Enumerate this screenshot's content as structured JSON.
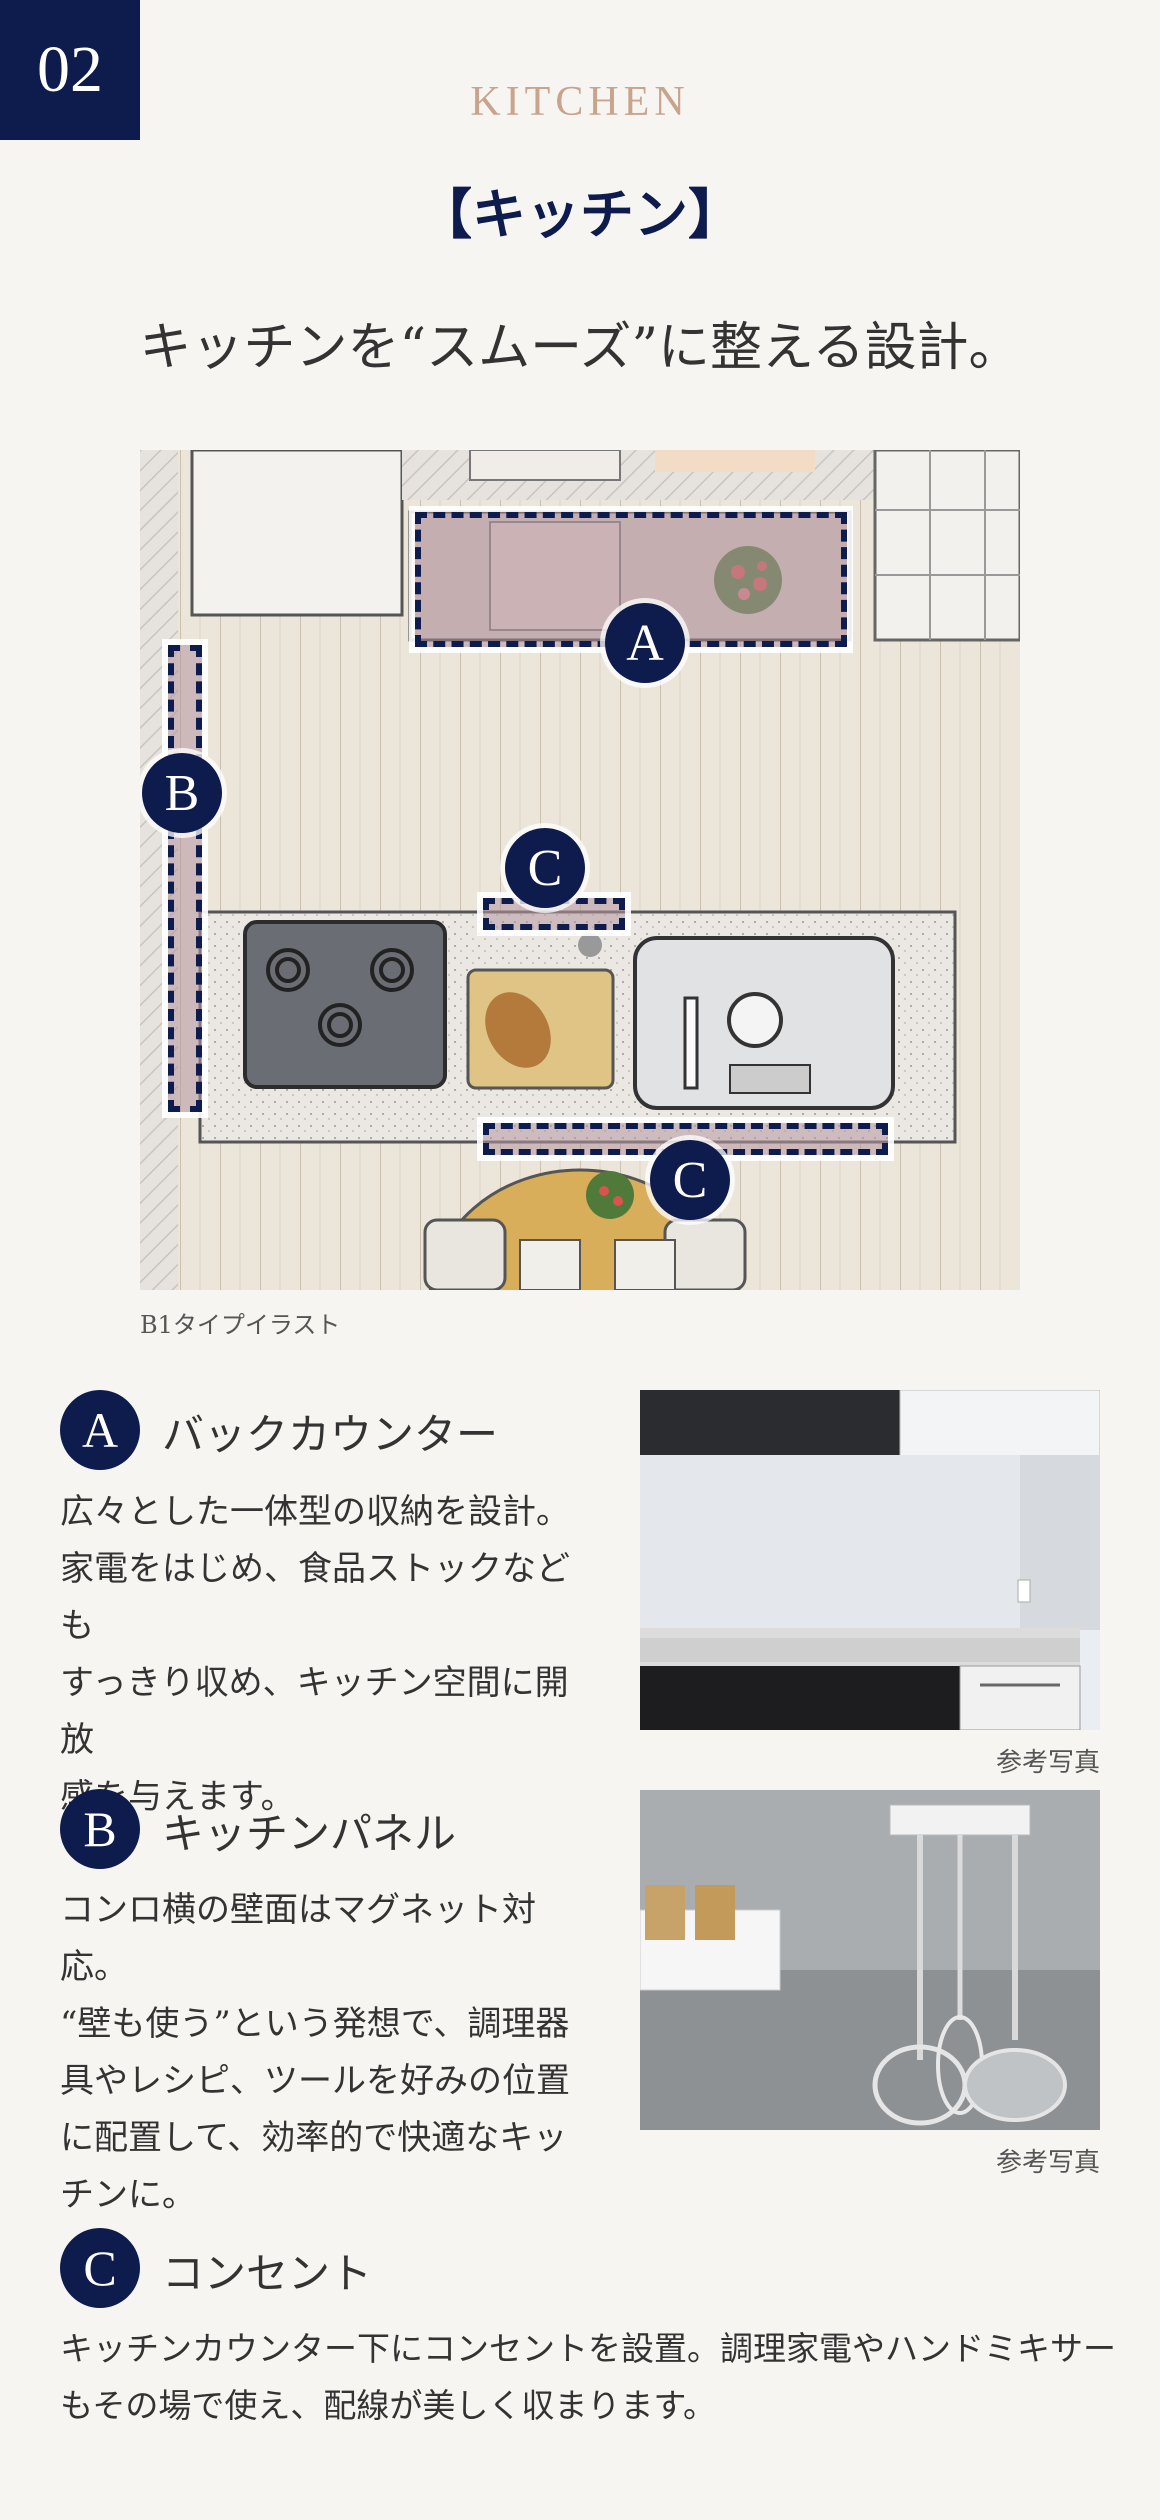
{
  "header": {
    "number": "02",
    "kicker": "KITCHEN",
    "title": "【キッチン】",
    "headline": "キッチンを“スムーズ”に整える設計。"
  },
  "plan": {
    "caption": "B1タイプイラスト",
    "markers": {
      "a": "A",
      "b": "B",
      "c": "C"
    }
  },
  "features": [
    {
      "marker": "A",
      "title": "バックカウンター",
      "lines": [
        "広々とした一体型の収納を設計。",
        "家電をはじめ、食品ストックなども",
        "すっきり収め、キッチン空間に開放",
        "感を与えます。"
      ],
      "photo_caption": "参考写真"
    },
    {
      "marker": "B",
      "title": "キッチンパネル",
      "lines": [
        "コンロ横の壁面はマグネット対応。",
        "“壁も使う”という発想で、調理器",
        "具やレシピ、ツールを好みの位置",
        "に配置して、効率的で快適なキッ",
        "チンに。"
      ],
      "photo_caption": "参考写真"
    },
    {
      "marker": "C",
      "title": "コンセント",
      "lines": [
        "キッチンカウンター下にコンセントを設置。調理家電やハンドミキサー",
        "もその場で使え、配線が美しく収まります。"
      ]
    }
  ],
  "colors": {
    "navy": "#0d1b4d",
    "accent": "#c9a38b",
    "background": "#f7f5f2"
  }
}
